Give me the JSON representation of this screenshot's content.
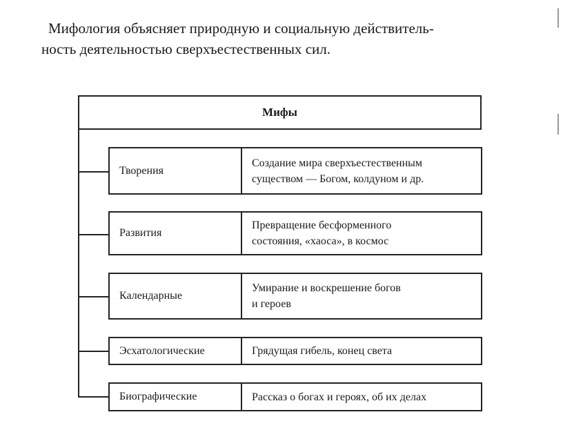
{
  "intro": {
    "line1": "Мифология объясняет природную и социальную действитель-",
    "line2": "ность деятельностью сверхъестественных сил."
  },
  "diagram": {
    "title": "Мифы",
    "rows": [
      {
        "type": "Творения",
        "desc_line1": "Создание мира сверхъестественным",
        "desc_line2": "существом — Богом, колдуном и др."
      },
      {
        "type": "Развития",
        "desc_line1": "Превращение бесформенного",
        "desc_line2": "состояния, «хаоса», в космос"
      },
      {
        "type": "Календарные",
        "desc_line1": "Умирание и воскрешение богов",
        "desc_line2": "и героев"
      },
      {
        "type": "Эсхатологические",
        "desc_line1": "Грядущая гибель, конец света",
        "desc_line2": ""
      },
      {
        "type": "Биографические",
        "desc_line1": "Рассказ о богах и героях, об их делах",
        "desc_line2": ""
      }
    ]
  }
}
